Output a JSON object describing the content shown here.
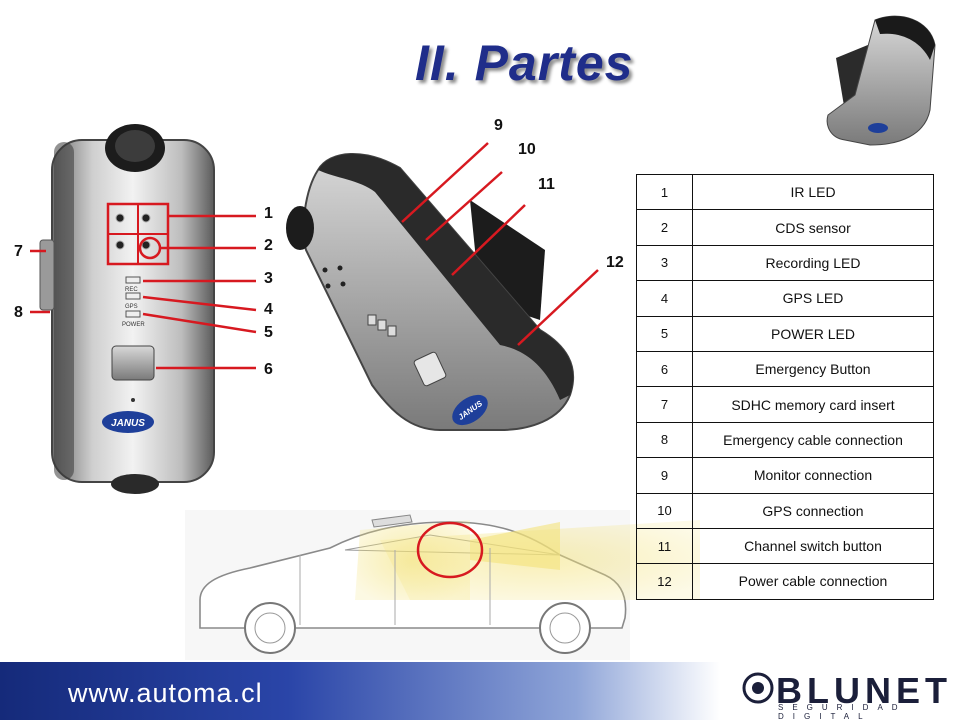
{
  "slide": {
    "title": "II. Partes"
  },
  "callouts": [
    "1",
    "2",
    "3",
    "4",
    "5",
    "6",
    "7",
    "8",
    "9",
    "10",
    "11",
    "12"
  ],
  "device_labels": {
    "rec": "REC",
    "gps": "GPS",
    "power": "POWER",
    "brand": "JANUS"
  },
  "parts_table": [
    {
      "n": "1",
      "name": "IR LED"
    },
    {
      "n": "2",
      "name": "CDS sensor"
    },
    {
      "n": "3",
      "name": "Recording LED"
    },
    {
      "n": "4",
      "name": "GPS LED"
    },
    {
      "n": "5",
      "name": "POWER LED"
    },
    {
      "n": "6",
      "name": "Emergency Button"
    },
    {
      "n": "7",
      "name": "SDHC memory card insert"
    },
    {
      "n": "8",
      "name": "Emergency cable connection"
    },
    {
      "n": "9",
      "name": "Monitor connection"
    },
    {
      "n": "10",
      "name": "GPS connection"
    },
    {
      "n": "11",
      "name": "Channel switch button"
    },
    {
      "n": "12",
      "name": "Power cable connection"
    }
  ],
  "footer": {
    "url": "www.automa.cl",
    "brand": "BLUNET",
    "tagline": "SEGURIDAD DIGITAL"
  },
  "colors": {
    "title": "#1f2d8a",
    "callout_line": "#d71920",
    "footer_dark": "#152a7a"
  }
}
